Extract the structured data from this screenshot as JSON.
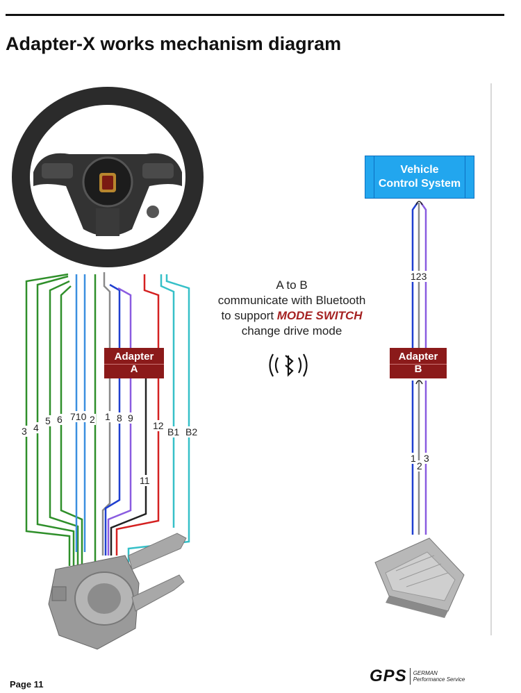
{
  "header": {
    "title": "Adapter-X works mechanism diagram"
  },
  "note": {
    "line1": "A to B",
    "line2": "communicate with Bluetooth",
    "line3_prefix": "to support ",
    "line3_highlight": "MODE SWITCH",
    "line4": "change drive mode"
  },
  "vehicle_control": {
    "line1": "Vehicle",
    "line2": "Control System"
  },
  "adapter_a": {
    "line1": "Adapter",
    "line2": "A"
  },
  "adapter_b": {
    "line1": "Adapter",
    "line2": "B"
  },
  "left_wire_labels": {
    "w3": "3",
    "w4": "4",
    "w5": "5",
    "w6": "6",
    "w7_10": "710",
    "w2": "2",
    "w1": "1",
    "w8": "8",
    "w9": "9",
    "w12": "12",
    "wb1": "B1",
    "wb2": "B2",
    "w11": "11"
  },
  "right_wire_labels": {
    "upper": "123",
    "lower_1": "1",
    "lower_2": "2",
    "lower_3": "3"
  },
  "footer": {
    "page": "Page 11",
    "logo_mark": "GPS",
    "logo_line1": "GERMAN",
    "logo_line2": "Performance Service"
  },
  "colors": {
    "green": "#2f8f2a",
    "blue": "#1f3fd0",
    "light_blue": "#3b8fe0",
    "purple": "#8a5ce0",
    "red": "#d42020",
    "cyan": "#36c0c8",
    "gray": "#8a8a8a",
    "black": "#222222",
    "adapter_red": "#8b1a1a",
    "vcs_blue": "#22a6ee",
    "mode_red": "#a52222"
  },
  "icons": [
    "steering-wheel",
    "bluetooth-icon",
    "steering-column-switch",
    "pedal-unit"
  ]
}
